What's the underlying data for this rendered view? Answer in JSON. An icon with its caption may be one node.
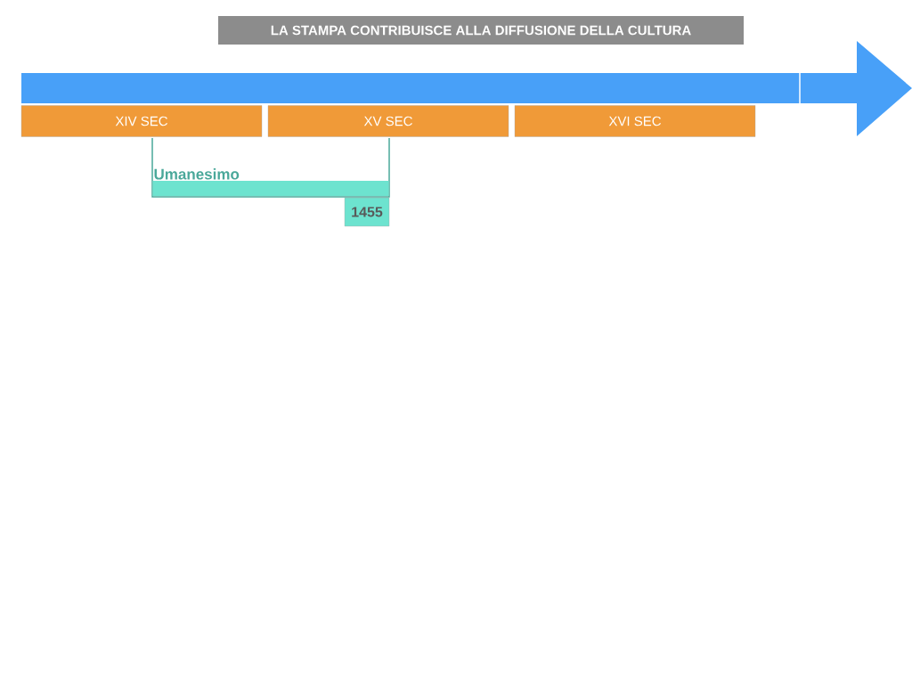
{
  "diagram": {
    "title": "LA STAMPA CONTRIBUISCE ALLA DIFFUSIONE DELLA CULTURA",
    "nodes": [
      {
        "text": [
          "XIV SEC"
        ]
      },
      {
        "text": [
          "XV SEC"
        ]
      },
      {
        "text": [
          "XVI SEC"
        ]
      },
      {
        "text": [
          "Umanesimo"
        ]
      },
      {
        "text": [
          "1455"
        ]
      }
    ]
  }
}
